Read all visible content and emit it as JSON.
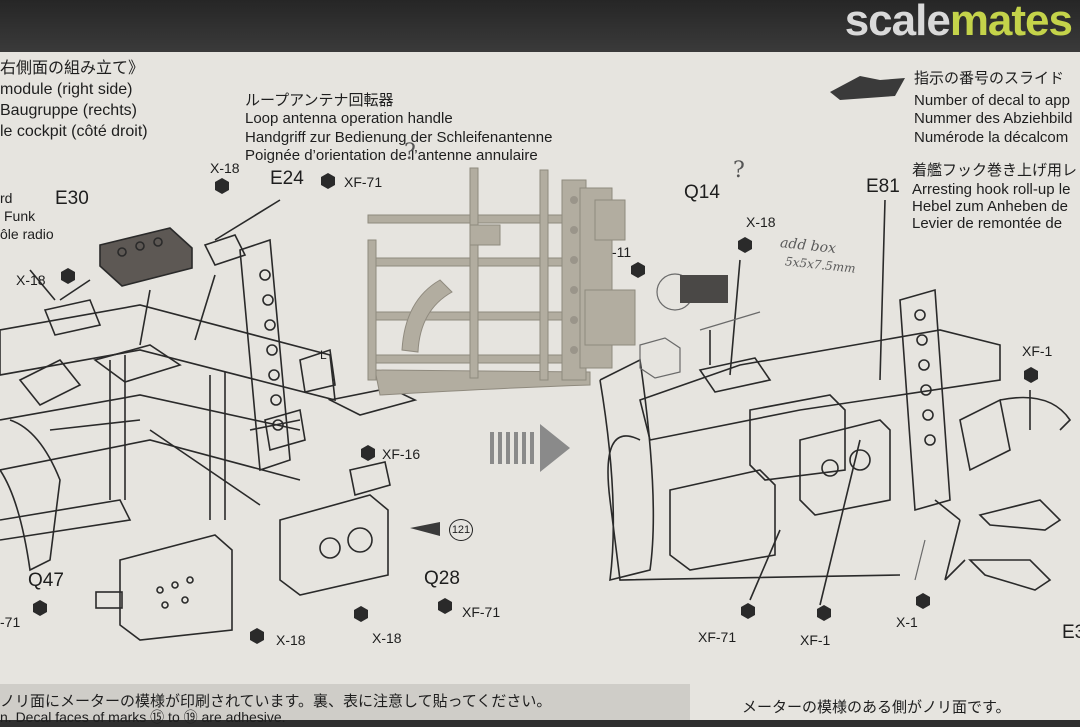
{
  "brand": {
    "part1": "scale",
    "part2": "mates"
  },
  "left_header": {
    "jp": "右側面の組み立て》",
    "en": "module (right side)",
    "de": "Baugruppe (rechts)",
    "fr": "le cockpit (côté droit)"
  },
  "loop_header": {
    "jp": "ループアンテナ回転器",
    "en": "Loop antenna operation handle",
    "de": "Handgriff zur Bedienung der Schleifenantenne",
    "fr": "Poignée d’orientation de l’antenne annulaire"
  },
  "decal_header": {
    "jp": "指示の番号のスライド",
    "en": "Number of decal to app",
    "de": "Nummer des Abziehbild",
    "fr": "Numérode la décalcom"
  },
  "hook_header": {
    "jp": "着艦フック巻き上げ用レ",
    "en": "Arresting hook roll-up le",
    "de": "Hebel zum Anheben de",
    "fr": "Levier de remontée de"
  },
  "radio_label": {
    "l1": "rd",
    "l2": "Funk",
    "l3": "ôle radio"
  },
  "part_labels": {
    "e30": "E30",
    "e24": "E24",
    "q14": "Q14",
    "e81": "E81",
    "q47": "Q47",
    "q28": "Q28",
    "e3": "E3",
    "c11": "-11",
    "n121": "121"
  },
  "paint_labels": {
    "x18_a": "X-18",
    "x18_b": "X-18",
    "xf71_a": "XF-71",
    "x18_c": "X-18",
    "xf16": "XF-16",
    "xf71_b": "XF-71",
    "x18_d": "X-18",
    "x18_e": "X-18",
    "xf71_c": "-71",
    "xf71_d": "XF-71",
    "xf1_a": "XF-1",
    "xf1_b": "XF-1",
    "x1": "X-1",
    "loop_l": "L"
  },
  "handwritten": {
    "q1": "?",
    "q2": "?",
    "note1": "add box",
    "note2": "5x5x7.5mm"
  },
  "footer": {
    "jp": "ノリ面にメーターの模様が印刷されています。裏、表に注意して貼ってください。",
    "en": "n. Decal faces of marks ⑮ to ⑲ are adhesive.",
    "jp2": "メーターの模様のある側がノリ面です。"
  }
}
